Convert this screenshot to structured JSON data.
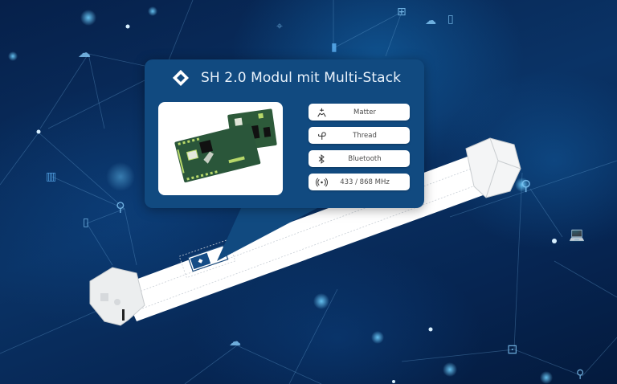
{
  "callout": {
    "title": "SH 2.0 Modul mit Multi-Stack",
    "logo_icon": "diamond-logo-icon",
    "product_image_alt": "module-circuit-boards",
    "features": [
      {
        "icon": "matter-icon",
        "label": "Matter"
      },
      {
        "icon": "thread-icon",
        "label": "Thread"
      },
      {
        "icon": "bluetooth-icon",
        "label": "Bluetooth"
      },
      {
        "icon": "radio-waves-icon",
        "label": "433 / 868 MHz"
      }
    ]
  },
  "illustration": {
    "object": "tubular-motor",
    "chip_icon": "module-chip-icon"
  },
  "background": {
    "icons": [
      "cloud-icon",
      "window-icon",
      "thermostat-icon",
      "cloud-icon",
      "phone-icon",
      "search-icon",
      "laptop-icon",
      "socket-icon",
      "battery-icon",
      "phone-icon",
      "search-icon",
      "cloud-icon",
      "location-icon"
    ]
  },
  "colors": {
    "panel": "#114a80",
    "background_dark": "#06204a",
    "accent_light": "#7fc3f2",
    "text_light": "#e9f2fb",
    "feature_text": "#4b4b4b"
  }
}
